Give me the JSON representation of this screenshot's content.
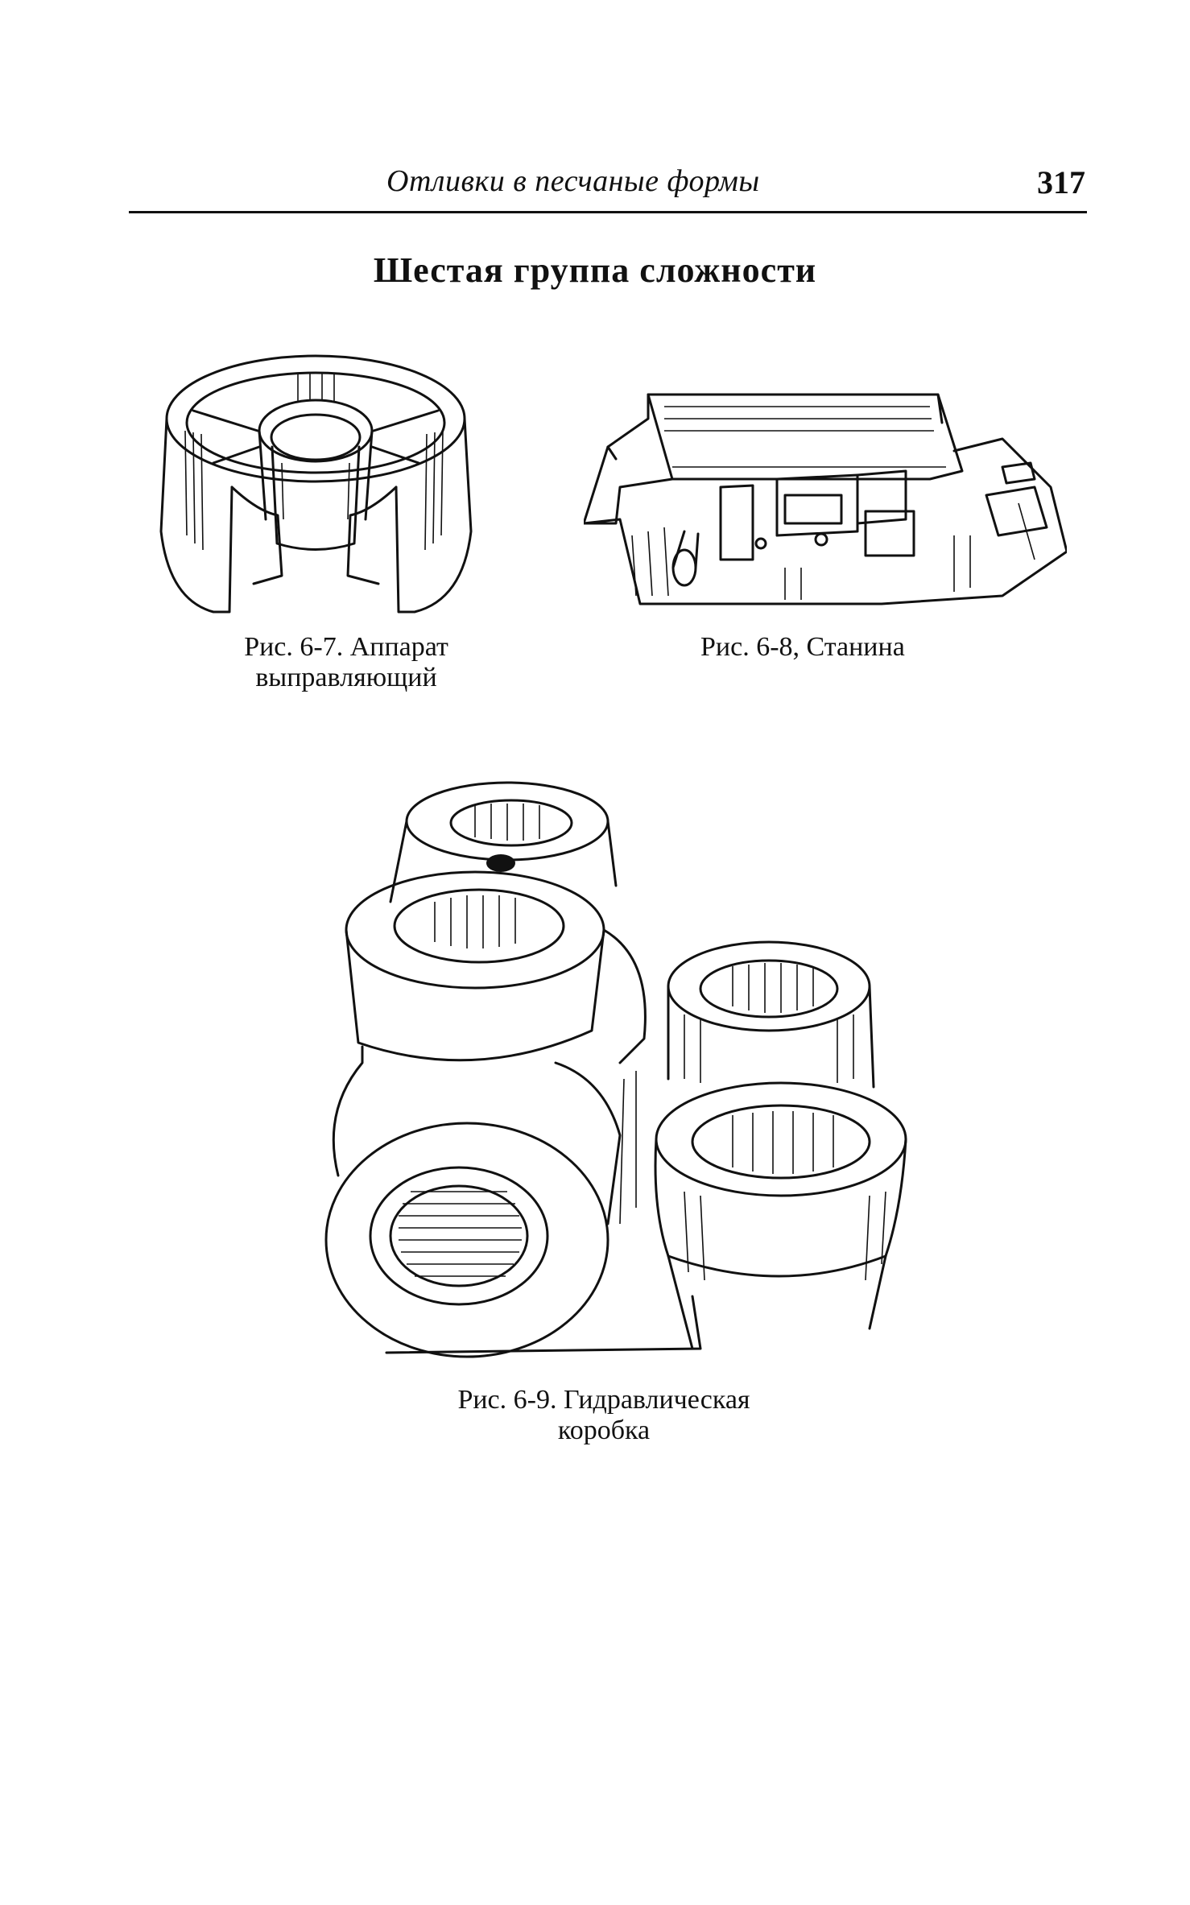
{
  "header": {
    "running_title": "Отливки в песчаные формы",
    "page_number": "317"
  },
  "section_heading": "Шестая группа сложности",
  "figures": [
    {
      "caption_line1": "Рис. 6-7. Аппарат",
      "caption_line2": "выправляющий",
      "icon": "guide-apparatus-drawing"
    },
    {
      "caption_line1": "Рис. 6-8, Станина",
      "caption_line2": "",
      "icon": "machine-bed-drawing"
    },
    {
      "caption_line1": "Рис. 6-9. Гидравлическая",
      "caption_line2": "коробка",
      "icon": "hydraulic-box-drawing"
    }
  ]
}
